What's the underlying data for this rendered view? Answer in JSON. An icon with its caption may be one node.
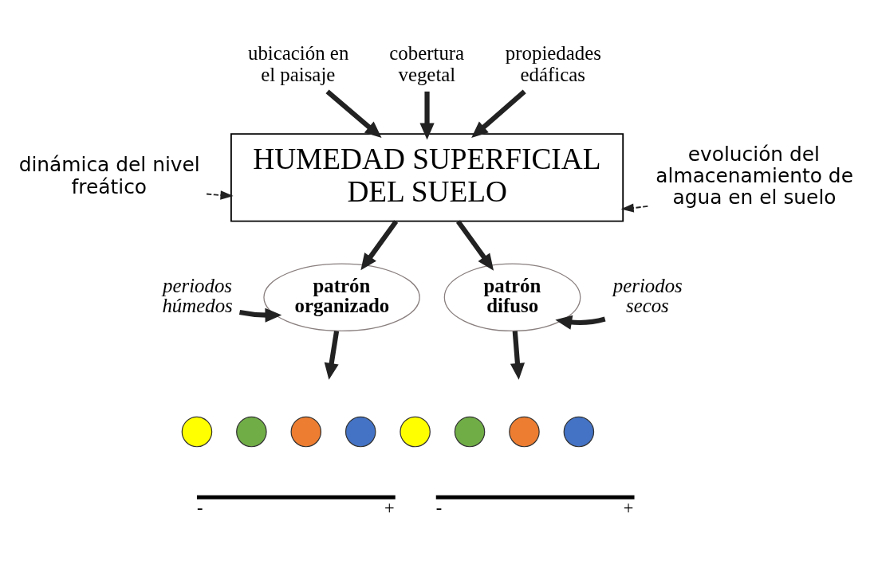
{
  "diagram": {
    "nodes": [
      {
        "text": [
          "ubicación en el paisaje"
        ]
      },
      {
        "text": [
          "cobertura vegetal"
        ]
      },
      {
        "text": [
          "propiedades edáficas"
        ]
      },
      {
        "text": [
          "dinámica del nivel freático"
        ]
      },
      {
        "text": [
          "HUMEDAD SUPERFICIAL DEL SUELO"
        ]
      },
      {
        "text": [
          "evolución del almacenamiento de agua en el suelo"
        ]
      },
      {
        "text": [
          "periodos húmedos"
        ]
      },
      {
        "text": [
          "patrón organizado"
        ]
      },
      {
        "text": [
          "patrón difuso"
        ]
      },
      {
        "text": [
          "periodos secos"
        ]
      },
      {
        "text": [],
        "shape": "circle"
      },
      {
        "text": [],
        "shape": "circle"
      },
      {
        "text": [],
        "shape": "circle"
      },
      {
        "text": [],
        "shape": "circle"
      },
      {
        "text": [],
        "shape": "circle"
      },
      {
        "text": [],
        "shape": "circle"
      },
      {
        "text": [],
        "shape": "circle"
      },
      {
        "text": [],
        "shape": "circle"
      }
    ],
    "edges": [
      {
        "from": 0,
        "to": 4,
        "arrow": "to"
      },
      {
        "from": 1,
        "to": 4,
        "arrow": "to"
      },
      {
        "from": 2,
        "to": 4,
        "arrow": "to"
      },
      {
        "from": 3,
        "to": 4,
        "arrow": "to",
        "style": "dashed"
      },
      {
        "from": 5,
        "to": 4,
        "arrow": "to",
        "style": "dashed"
      },
      {
        "from": 4,
        "to": 7,
        "arrow": "to"
      },
      {
        "from": 4,
        "to": 8,
        "arrow": "to"
      },
      {
        "from": 6,
        "to": 7,
        "arrow": "to"
      },
      {
        "from": 9,
        "to": 8,
        "arrow": "to"
      },
      {
        "from": 7,
        "to": null,
        "arrow": "to"
      },
      {
        "from": 8,
        "to": null,
        "arrow": "to"
      }
    ],
    "labels": [
      "-",
      "+",
      "-",
      "+"
    ]
  }
}
